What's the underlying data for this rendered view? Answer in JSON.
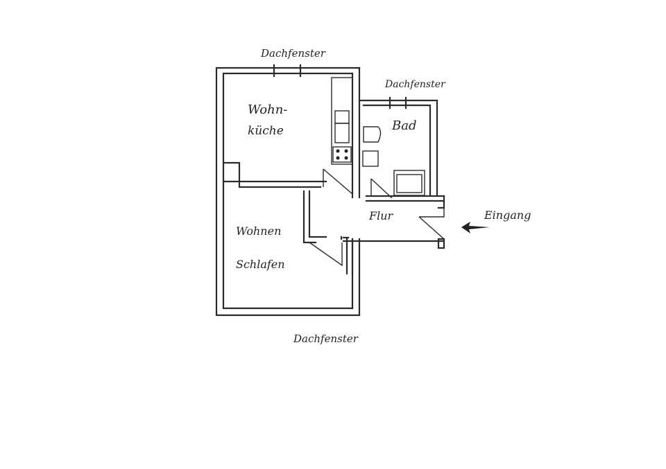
{
  "plan": {
    "labels": {
      "skylight_top": "Dachfenster",
      "skylight_bath": "Dachfenster",
      "skylight_bottom": "Dachfenster",
      "kitchen_line1": "Wohn-",
      "kitchen_line2": "küche",
      "bath": "Bad",
      "hall": "Flur",
      "living_line1": "Wohnen",
      "living_line2": "Schlafen",
      "entrance": "Eingang"
    },
    "icons": [
      "entrance-arrow-icon"
    ],
    "colors": {
      "ink": "#2a2a2a",
      "paper": "#ffffff"
    }
  }
}
